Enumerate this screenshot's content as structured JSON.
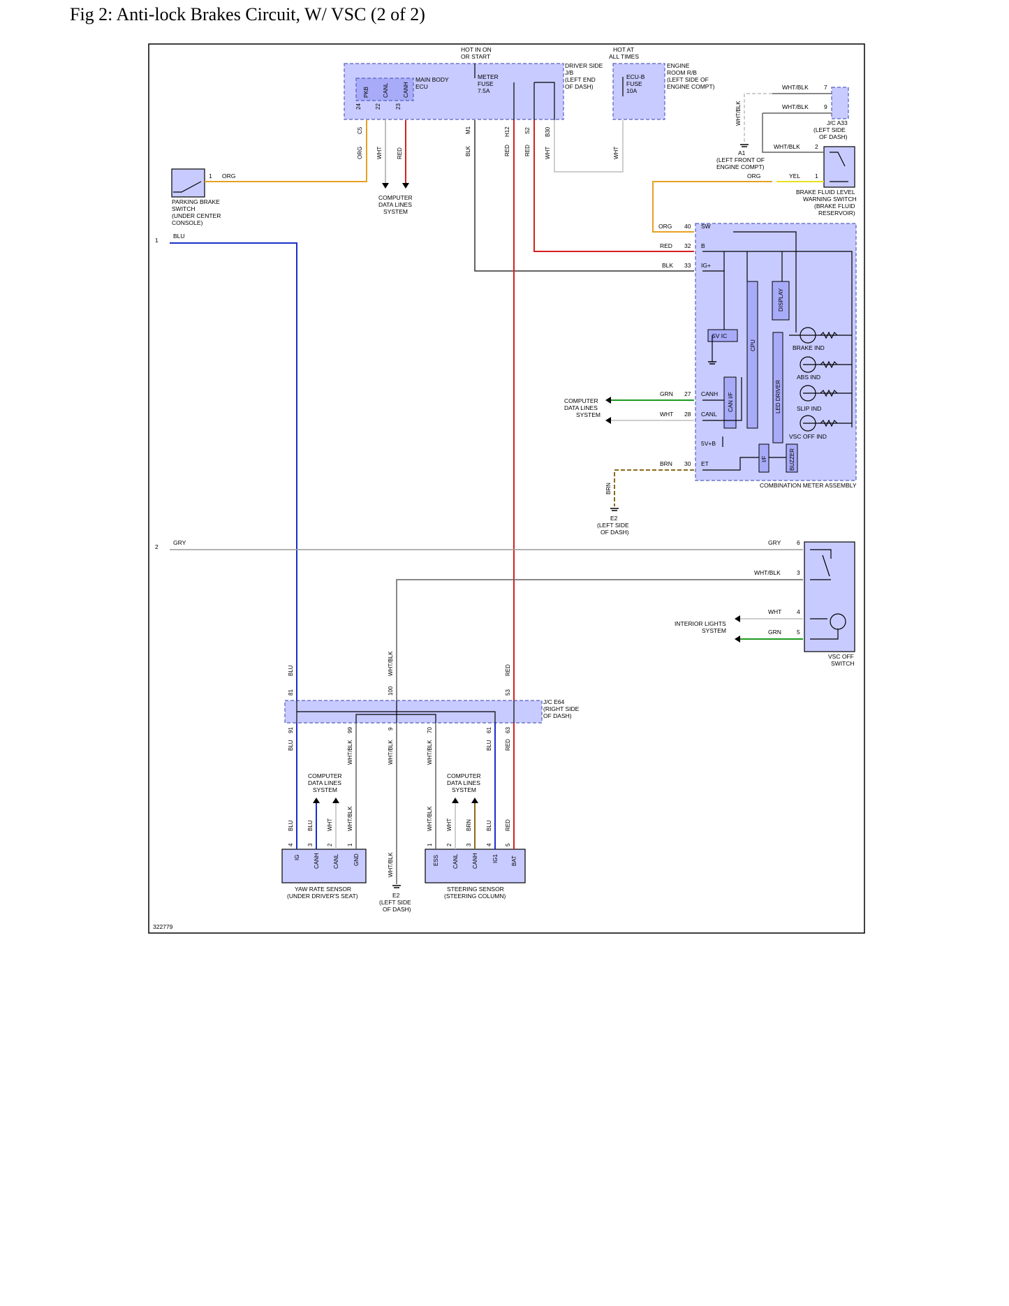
{
  "title": "Fig 2: Anti-lock Brakes Circuit, W/ VSC (2 of 2)",
  "diagram_id": "322779",
  "colors": {
    "ORG": "#e8a020",
    "RED": "#d42020",
    "BLU": "#1a2fc8",
    "BLK": "#303030",
    "WHT": "#bdbdbd",
    "GRY": "#999999",
    "GRN": "#1e9a1e",
    "BRN": "#8a6a18",
    "YEL": "#e8e020",
    "WHT/BLK": "#606060",
    "module_fill": "#c8cbff"
  },
  "power": {
    "hot_in_on": [
      "HOT IN ON",
      "OR START"
    ],
    "hot_at_all_times": [
      "HOT AT",
      "ALL TIMES"
    ]
  },
  "modules": {
    "main_body_ecu": [
      "MAIN BODY",
      "ECU"
    ],
    "meter_fuse": [
      "METER",
      "FUSE",
      "7.5A"
    ],
    "driver_jb": [
      "DRIVER SIDE",
      "J/B",
      "(LEFT END",
      "OF DASH)"
    ],
    "ecub_fuse": [
      "ECU-B",
      "FUSE",
      "10A"
    ],
    "engine_rb": [
      "ENGINE",
      "ROOM R/B",
      "(LEFT SIDE OF",
      "ENGINE COMPT)"
    ],
    "parking_brake": [
      "PARKING BRAKE",
      "SWITCH",
      "(UNDER CENTER",
      "CONSOLE)"
    ],
    "jc_a33": [
      "J/C A33",
      "(LEFT SIDE",
      "OF DASH)"
    ],
    "a1": [
      "A1",
      "(LEFT FRONT OF",
      "ENGINE COMPT)"
    ],
    "brake_fluid": [
      "BRAKE FLUID LEVEL",
      "WARNING SWITCH",
      "(BRAKE FLUID",
      "RESERVOIR)"
    ],
    "combination_meter": "COMBINATION METER ASSEMBLY",
    "e2_top": [
      "E2",
      "(LEFT SIDE",
      "OF DASH)"
    ],
    "vsc_off": [
      "VSC OFF",
      "SWITCH"
    ],
    "interior_lights": [
      "INTERIOR LIGHTS",
      "SYSTEM"
    ],
    "jc_e64": [
      "J/C E64",
      "(RIGHT SIDE",
      "OF DASH)"
    ],
    "yaw_rate": [
      "YAW RATE SENSOR",
      "(UNDER DRIVER'S SEAT)"
    ],
    "steering": [
      "STEERING SENSOR",
      "(STEERING COLUMN)"
    ],
    "e2_bottom": [
      "E2",
      "(LEFT SIDE",
      "OF DASH)"
    ],
    "computer_data_lines": [
      "COMPUTER",
      "DATA LINES",
      "SYSTEM"
    ]
  },
  "meter_internal": {
    "display": "DISPLAY",
    "cpu": "CPU",
    "led_driver": "LED DRIVER",
    "5v_ic": "5V IC",
    "can_if": "CAN I/F",
    "if": "I/F",
    "buzzer": "BUZZER",
    "5vb": "5V+B",
    "brake_ind": "BRAKE IND",
    "abs_ind": "ABS IND",
    "slip_ind": "SLIP IND",
    "vsc_off_ind": "VSC OFF IND"
  },
  "pins": {
    "ecu": [
      [
        "24",
        "PKB"
      ],
      [
        "22",
        "CANL"
      ],
      [
        "23",
        "CANH"
      ]
    ],
    "jb_conn": [
      "C5",
      "M1",
      "H12",
      "S2",
      "B30"
    ],
    "meter": [
      [
        "40",
        "SW"
      ],
      [
        "32",
        "B"
      ],
      [
        "33",
        "IG+"
      ],
      [
        "27",
        "CANH"
      ],
      [
        "28",
        "CANL"
      ],
      [
        "30",
        "ET"
      ]
    ],
    "yaw": [
      [
        "4",
        "IG"
      ],
      [
        "3",
        "CANH"
      ],
      [
        "2",
        "CANL"
      ],
      [
        "1",
        "GND"
      ]
    ],
    "steer": [
      [
        "1",
        "ESS"
      ],
      [
        "2",
        "CANL"
      ],
      [
        "3",
        "CANH"
      ],
      [
        "4",
        "IG1"
      ],
      [
        "5",
        "BAT"
      ]
    ],
    "jc_e64_top": [
      "81",
      "100",
      "53"
    ],
    "jc_e64_bottom": [
      "91",
      "99",
      "9",
      "70",
      "61",
      "63"
    ],
    "vsc": [
      "6",
      "3",
      "4",
      "5"
    ],
    "jc_a33": [
      "7",
      "9"
    ],
    "brake_fluid": [
      "2",
      "1"
    ],
    "parking": "1",
    "edge": [
      "1",
      "2"
    ]
  },
  "wire_labels": {
    "org": "ORG",
    "wht": "WHT",
    "red": "RED",
    "blk": "BLK",
    "blu": "BLU",
    "gry": "GRY",
    "grn": "GRN",
    "brn": "BRN",
    "yel": "YEL",
    "whtblk": "WHT/BLK"
  }
}
